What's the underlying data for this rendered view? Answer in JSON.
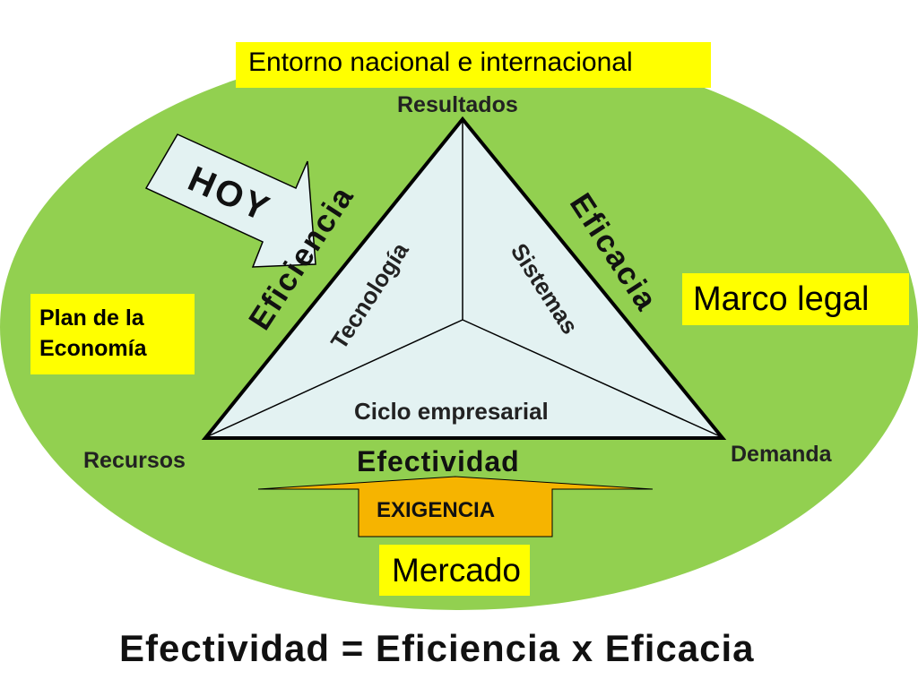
{
  "labels": {
    "entorno": "Entorno nacional e internacional",
    "resultados": "Resultados",
    "eficiencia": "Eficiencia",
    "eficacia": "Eficacia",
    "tecnologia": "Tecnología",
    "sistemas": "Sistemas",
    "ciclo": "Ciclo empresarial",
    "recursos": "Recursos",
    "demanda": "Demanda",
    "efectividad": "Efectividad",
    "exigencia": "EXIGENCIA",
    "mercado": "Mercado",
    "marco_legal": "Marco  legal",
    "plan_line1": "Plan de la",
    "plan_line2": "Economía",
    "hoy": "HOY",
    "formula": "Efectividad = Eficiencia  x  Eficacia"
  },
  "colors": {
    "ellipse": "#92d050",
    "triangle_fill": "#e3f2f2",
    "highlight": "#ffff00",
    "exigencia_arrow": "#f6b400",
    "hoy_arrow": "#e3f2f2"
  }
}
